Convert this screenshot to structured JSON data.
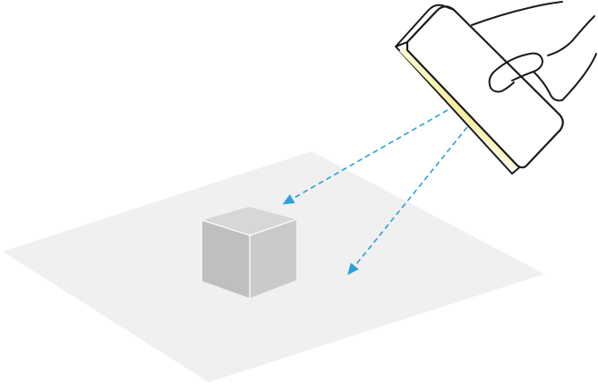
{
  "diagram": {
    "elements": [
      "floor-surface",
      "gray-cube",
      "handheld-light-device",
      "hand",
      "light-ray-arrow-to-cube",
      "light-ray-arrow-to-floor"
    ]
  },
  "colors": {
    "background": "#ffffff",
    "floor": "#f0f0f0",
    "cube_top": "#d7d7d7",
    "cube_left": "#bfbfbf",
    "cube_right": "#cacaca",
    "device_body": "#ffffff",
    "device_outline": "#1a1a1a",
    "light_strip": "#f7ee9a",
    "light_glow": "#fffbd8",
    "ray": "#2aa1da"
  },
  "icons": {
    "device": "handheld-light-device",
    "hand": "hand-icon",
    "arrow": "dashed-arrow-icon"
  }
}
